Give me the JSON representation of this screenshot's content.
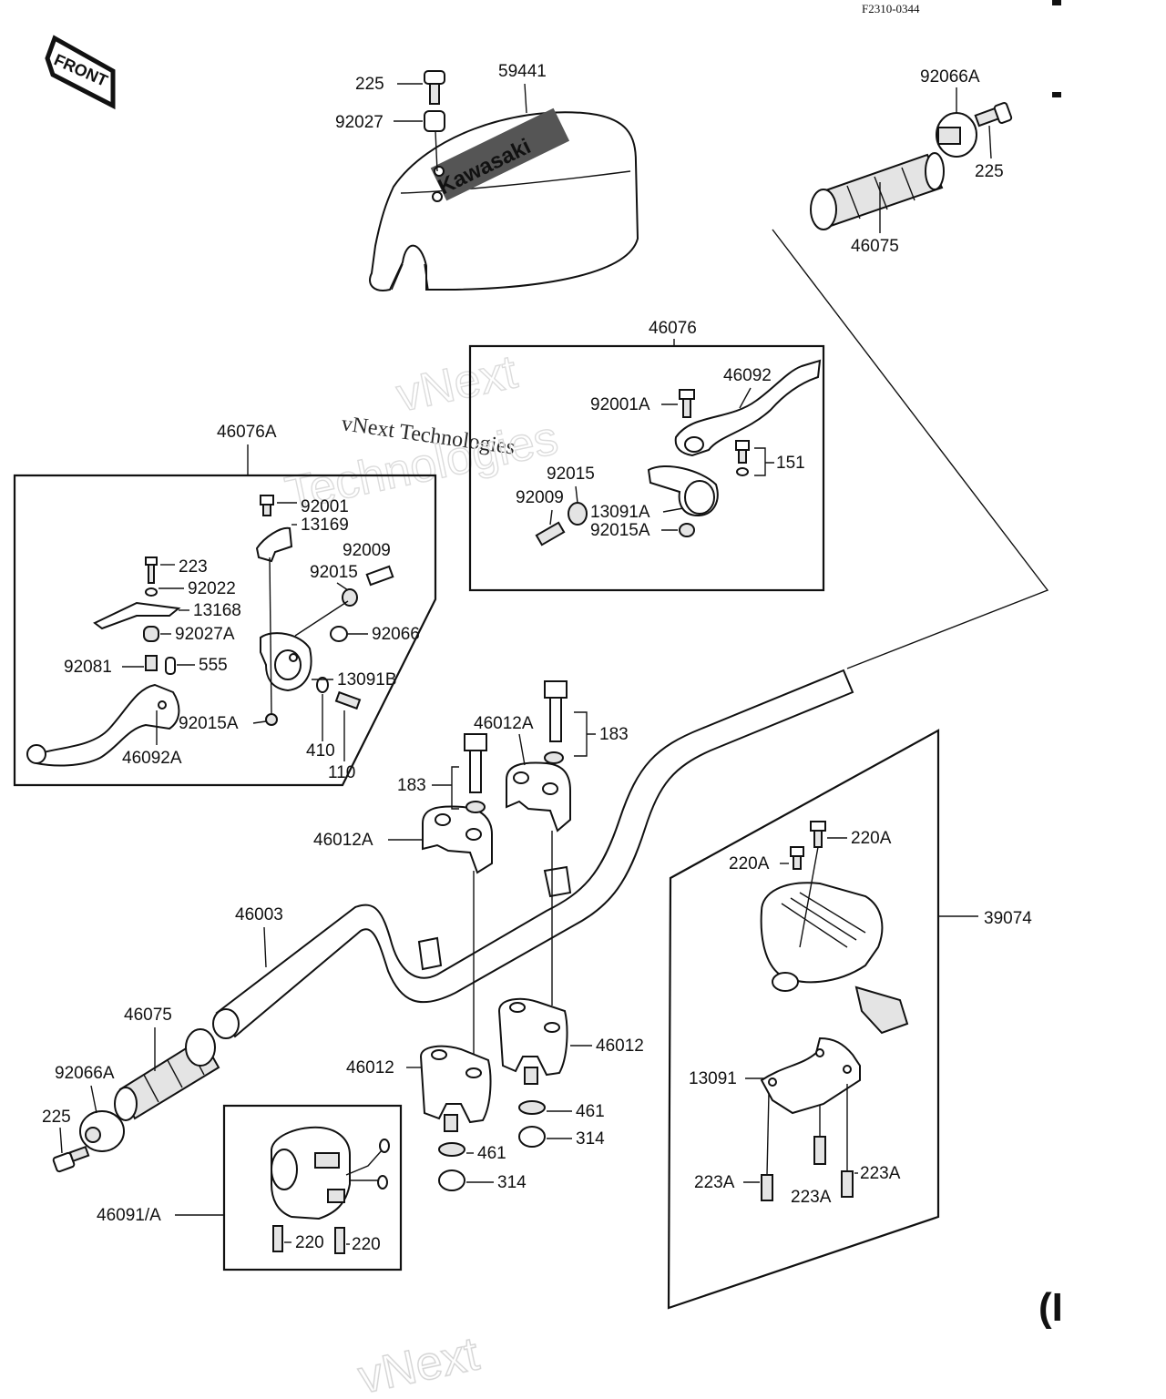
{
  "document_code": "F2310-0344",
  "front_label": "FRONT",
  "brand_text": "Kawasaki",
  "watermarks": {
    "line1": "vNext Technologies",
    "line2": "vNext",
    "line3": "Technologies",
    "line4": "vNext"
  },
  "page_fragment": "(I",
  "labels": {
    "c_225": "225",
    "c_92027": "92027",
    "c_59441": "59441",
    "g_92066A": "92066A",
    "g_225": "225",
    "g_46075": "46075",
    "r_46076": "46076",
    "r_46092": "46092",
    "r_92001A": "92001A",
    "r_151": "151",
    "r_92015": "92015",
    "r_92009": "92009",
    "r_13091A": "13091A",
    "r_92015A": "92015A",
    "l_46076A": "46076A",
    "l_92001": "92001",
    "l_13169": "13169",
    "l_223": "223",
    "l_92022": "92022",
    "l_13168": "13168",
    "l_92009": "92009",
    "l_92015": "92015",
    "l_92027A": "92027A",
    "l_92066": "92066",
    "l_92081": "92081",
    "l_555": "555",
    "l_13091B": "13091B",
    "l_92015A": "92015A",
    "l_46092A": "46092A",
    "l_410": "410",
    "l_110": "110",
    "h_46012A_top": "46012A",
    "h_183_right": "183",
    "h_183_left": "183",
    "h_46012A_left": "46012A",
    "h_46003": "46003",
    "h_46075": "46075",
    "h_92066A": "92066A",
    "h_225": "225",
    "h_46012_right": "46012",
    "h_46012_left": "46012",
    "h_461_right": "461",
    "h_314_right": "314",
    "h_461_left": "461",
    "h_314_left": "314",
    "s_46091A": "46091/A",
    "s_220_a": "220",
    "s_220_b": "220",
    "t_220A_a": "220A",
    "t_220A_b": "220A",
    "t_39074": "39074",
    "t_13091": "13091",
    "t_223A_a": "223A",
    "t_223A_b": "223A",
    "t_223A_c": "223A"
  }
}
